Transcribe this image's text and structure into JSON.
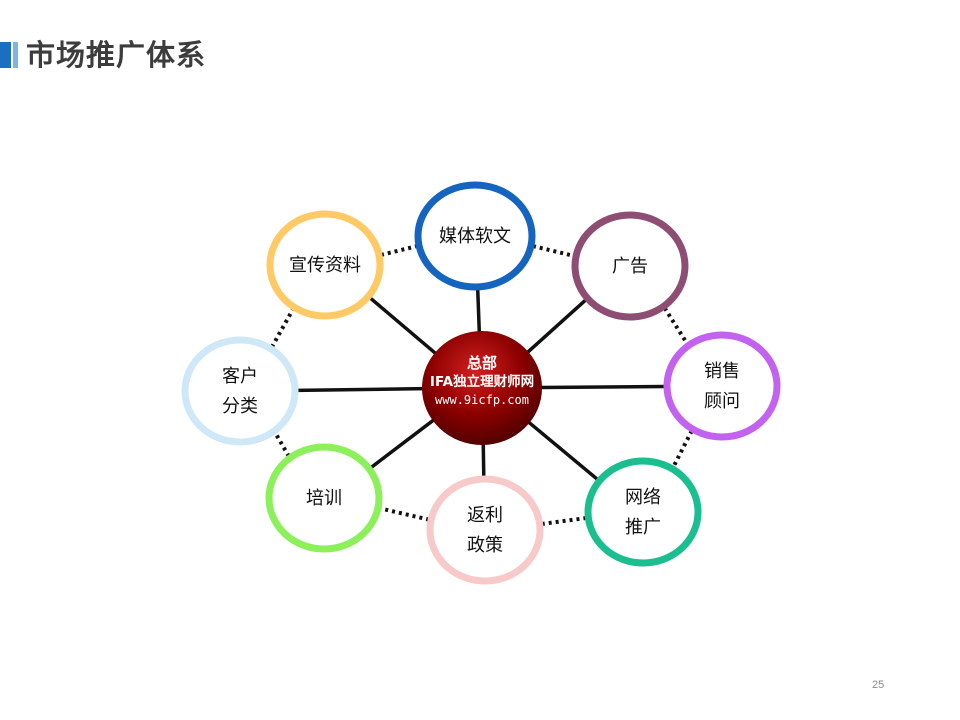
{
  "slide": {
    "title": "市场推广体系",
    "page_number": "25"
  },
  "center": {
    "line1": "总部",
    "line2": "IFA独立理财师网",
    "line3": "www.9icfp.com",
    "color": "#8b0000"
  },
  "nodes": [
    {
      "id": "media",
      "lines": [
        "媒体软文"
      ],
      "color": "#1565c0"
    },
    {
      "id": "ads",
      "lines": [
        "广告"
      ],
      "color": "#8e4d73"
    },
    {
      "id": "sales",
      "lines": [
        "销售",
        "顾问"
      ],
      "color": "#c462f0"
    },
    {
      "id": "network",
      "lines": [
        "网络",
        "推广"
      ],
      "color": "#1bbf8f"
    },
    {
      "id": "rebate",
      "lines": [
        "返利",
        "政策"
      ],
      "color": "#f8c9c9"
    },
    {
      "id": "training",
      "lines": [
        "培训"
      ],
      "color": "#8cf05a"
    },
    {
      "id": "customer",
      "lines": [
        "客户",
        "分类"
      ],
      "color": "#cfe8f8"
    },
    {
      "id": "promo",
      "lines": [
        "宣传资料"
      ],
      "color": "#ffc966"
    }
  ]
}
